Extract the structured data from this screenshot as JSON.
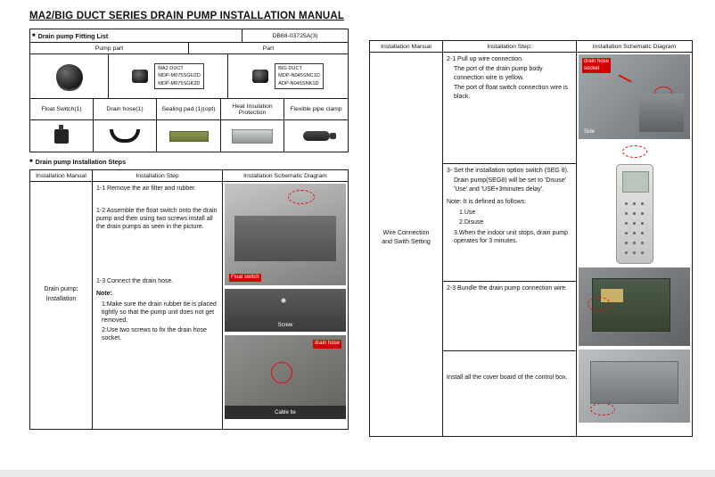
{
  "glyphs": {
    "bullet": "■"
  },
  "page": {
    "title": "MA2/BIG DUCT SERIES DRAIN PUMP INSTALLATION MANUAL",
    "doc_number": "DB68-03725A(3)"
  },
  "fitting": {
    "section_title": "Drain pump Fitting List",
    "col_pump": "Pump part",
    "col_part": "Part",
    "ma2_name": "MA2 DUCT",
    "ma2_model1": "MDP-M075SGU2D",
    "ma2_model2": "MDP-M075SGK2D",
    "big_name": "BIG DUCT",
    "big_model1": "MDP-N045SNC1D",
    "big_model2": "ADP-N045SNK1D",
    "parts": [
      "Float Switch(1)",
      "Drain hose(1)",
      "Sealing pad (1)(opt)",
      "Heat Insulation Protection",
      "Flexible pipe clamp"
    ]
  },
  "steps_section": {
    "title": "Drain pump Installation Steps",
    "headers": [
      "Installation Manual",
      "Installation Step",
      "Installation Schematic Diagram"
    ]
  },
  "left_steps": {
    "row_label_line1": "Drain pump:",
    "row_label_line2": "Installation",
    "s1": "1-1 Remove the air filter and rubber.",
    "s2": "1-2 Assemble the float switch onto the drain pump and then using two screws install all the drain pumps as seen in the picture.",
    "s3": "1-3 Connect the drain hose.",
    "note_title": "Note:",
    "n1": "1:Make sure the drain rubber tie is placed tightly so that the pump unit does not get removed.",
    "n2": "2:Use two screws to fix the drain hose socket.",
    "label_float_switch": "Float switch",
    "label_screw": "Screw",
    "label_drain_hose": "drain hose",
    "label_cable_tie": "Cable tie"
  },
  "right_steps": {
    "headers": [
      "Installation Manual",
      "Installation Step:",
      "Installation Schematic Diagram"
    ],
    "row_label_line1": "Wire Connection",
    "row_label_line2": "and Swith Setting",
    "b1_l1": "2-1 Pull up wire connection.",
    "b1_l2": "The port of the drain pump body connection wire is yellow.",
    "b1_l3": "The port of float switch connection wire is black.",
    "b2_l1": "3- Set the installation option switch (SEG 8).",
    "b2_l2": "Drain pump(SEG8) will be set to 'Disuse' 'Use' and 'USE+3minutes delay'.",
    "b2_note": "Note:  It is defined as follows:",
    "b2_n1": "1.Use",
    "b2_n2": "2.Disuse",
    "b2_n3": "3.When the indoor unit stops, drain pump operates for 3 minutes.",
    "b3_l1": "2-3 Bundle the drain pump connection wire.",
    "b4_l1": "Install all the cover board of the control box.",
    "label_socket_1": "drain hose",
    "label_socket_2": "socket",
    "label_side": "Side"
  }
}
